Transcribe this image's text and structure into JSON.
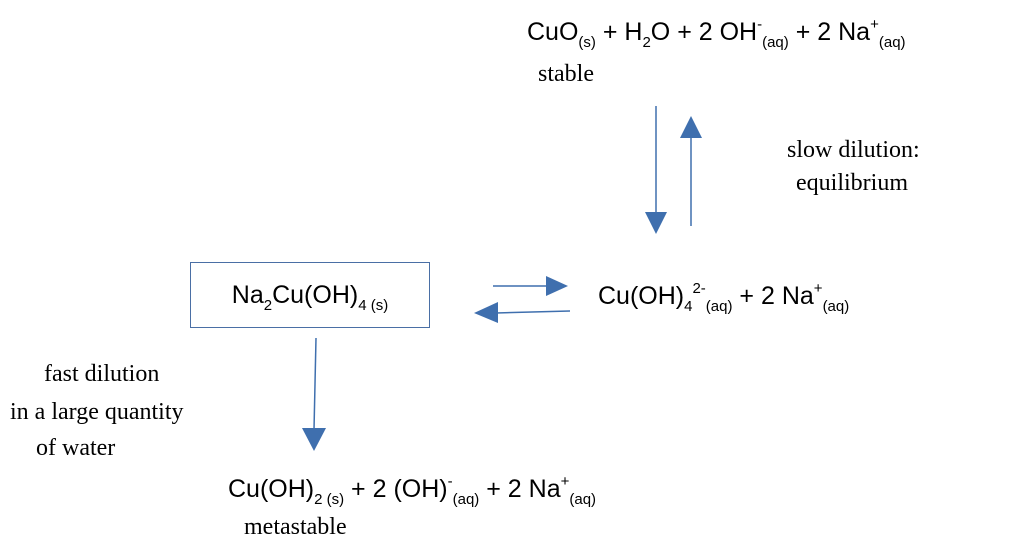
{
  "colors": {
    "arrow": "#3f6fae",
    "box_border": "#4a6fa5",
    "text": "#000000"
  },
  "top_eq": {
    "p1": "CuO",
    "p1_sub": "(s)",
    "p2": " + H",
    "p2_sub": "2",
    "p3": "O  + 2 OH",
    "p3_sup": "-",
    "p3_sub": "(aq)",
    "p4": " + 2 Na",
    "p4_sup": "+",
    "p4_sub": "(aq)"
  },
  "top_label": "stable",
  "right_label": {
    "line1": "slow dilution:",
    "line2": "equilibrium"
  },
  "box_eq": {
    "p1": "Na",
    "p1_sub": "2",
    "p2": "Cu(OH)",
    "p2_sub": "4  (s)"
  },
  "mid_eq": {
    "p1": "Cu(OH)",
    "p1_sub": "4",
    "p1_sup": "2-",
    "p1_sub2": "(aq)",
    "p2": "  + 2 Na",
    "p2_sup": "+",
    "p2_sub": "(aq)"
  },
  "left_label": {
    "line1": "fast dilution",
    "line2": "in a large quantity",
    "line3": "of water"
  },
  "bottom_eq": {
    "p1": "Cu(OH)",
    "p1_sub": "2 (s)",
    "p2": "   + 2 (OH)",
    "p2_sup": "-",
    "p2_sub": "(aq)",
    "p3": "  + 2 Na",
    "p3_sup": "+",
    "p3_sub": "(aq)"
  },
  "bottom_label": "metastable"
}
